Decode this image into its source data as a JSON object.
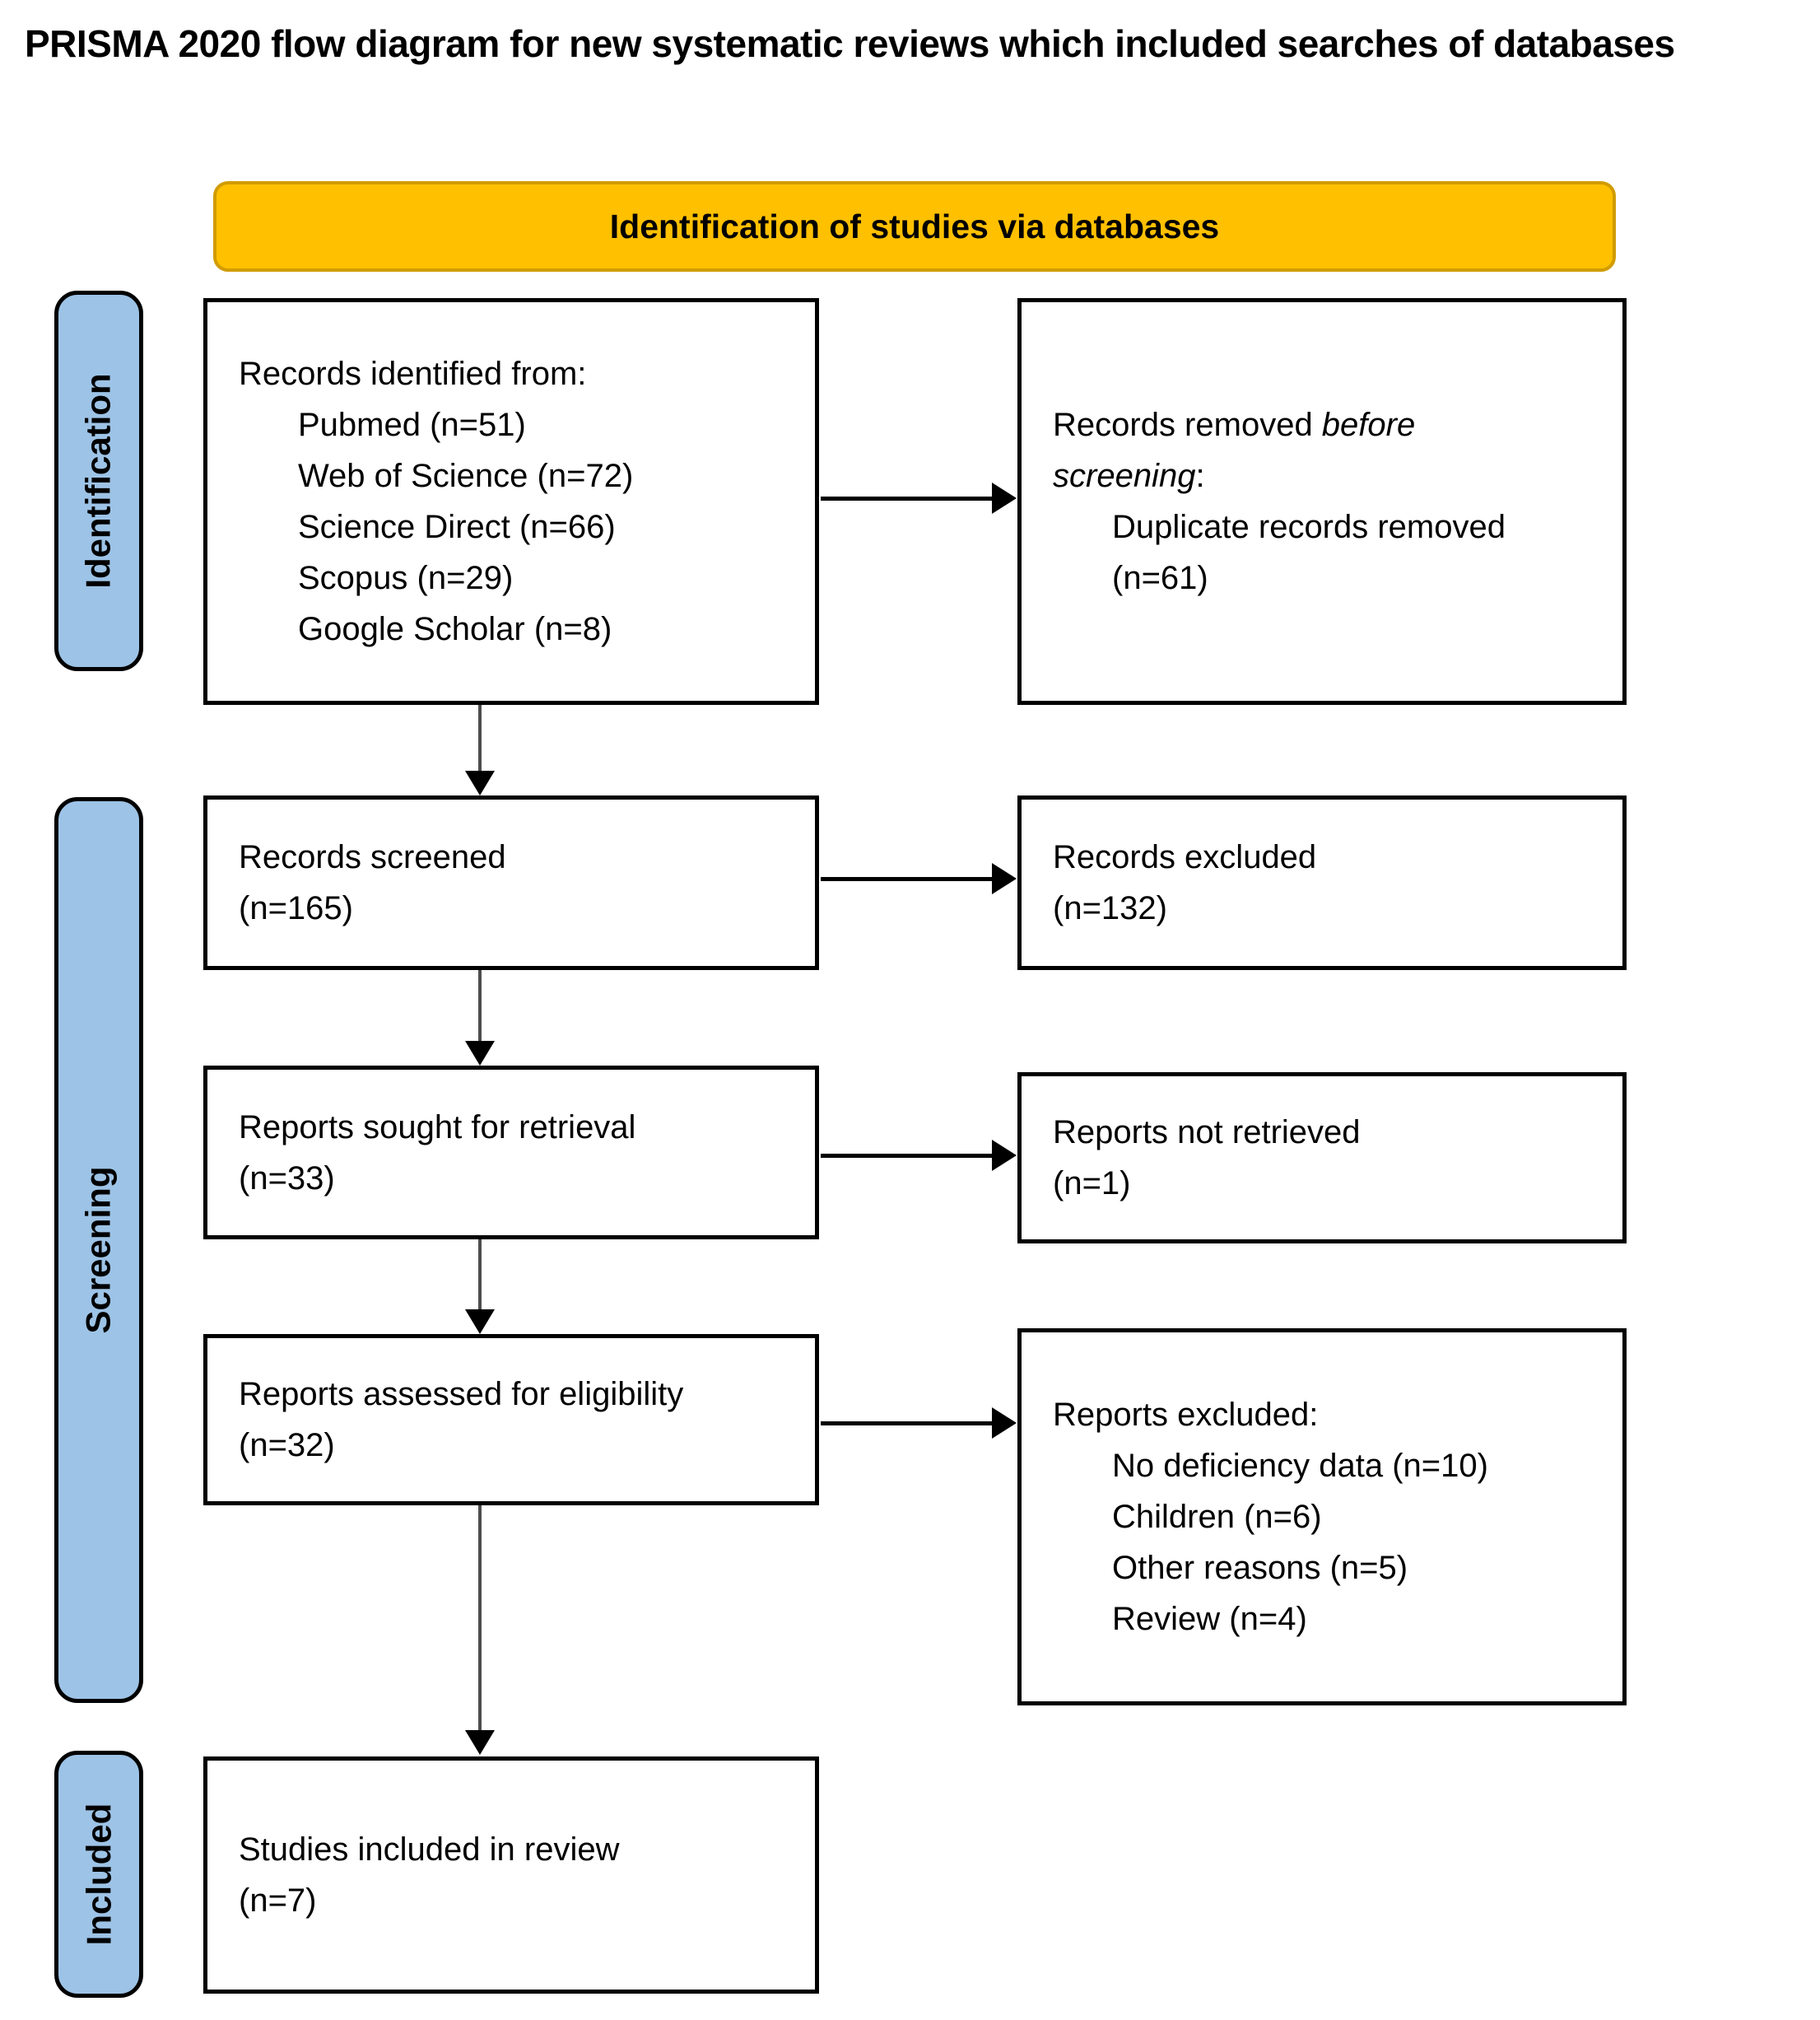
{
  "title": "PRISMA 2020 flow diagram for new systematic reviews which included searches of databases",
  "banner": {
    "label": "Identification of studies via databases"
  },
  "colors": {
    "banner_fill": "#FFC000",
    "banner_border": "#D19C00",
    "stage_fill": "#9DC3E6",
    "box_border": "#000000",
    "arrow": "#000000",
    "arrow_line": "#4d4d4d"
  },
  "stages": [
    {
      "label": "Identification"
    },
    {
      "label": "Screening"
    },
    {
      "label": "Included"
    }
  ],
  "boxes": {
    "records_identified": {
      "title": "Records identified from:",
      "items": [
        "Pubmed (n=51)",
        "Web of Science (n=72)",
        "Science Direct (n=66)",
        "Scopus (n=29)",
        "Google Scholar (n=8)"
      ]
    },
    "records_removed": {
      "line1_regular": "Records removed ",
      "line1_italic": "before",
      "line2_italic": "screening",
      "line2_regular": ":",
      "items": [
        "Duplicate records removed",
        "(n=61)"
      ]
    },
    "records_screened": {
      "line1": "Records screened",
      "line2": "(n=165)"
    },
    "records_excluded": {
      "line1": "Records excluded",
      "line2": "(n=132)"
    },
    "reports_sought": {
      "line1": "Reports sought for retrieval",
      "line2": "(n=33)"
    },
    "reports_not_retrieved": {
      "line1": "Reports not retrieved",
      "line2": "(n=1)"
    },
    "reports_assessed": {
      "line1": "Reports assessed for eligibility",
      "line2": "(n=32)"
    },
    "reports_excluded": {
      "title": "Reports excluded:",
      "items": [
        "No deficiency data (n=10)",
        "Children (n=6)",
        "Other reasons (n=5)",
        "Review (n=4)"
      ]
    },
    "studies_included": {
      "line1": "Studies included in review",
      "line2": "(n=7)"
    }
  }
}
